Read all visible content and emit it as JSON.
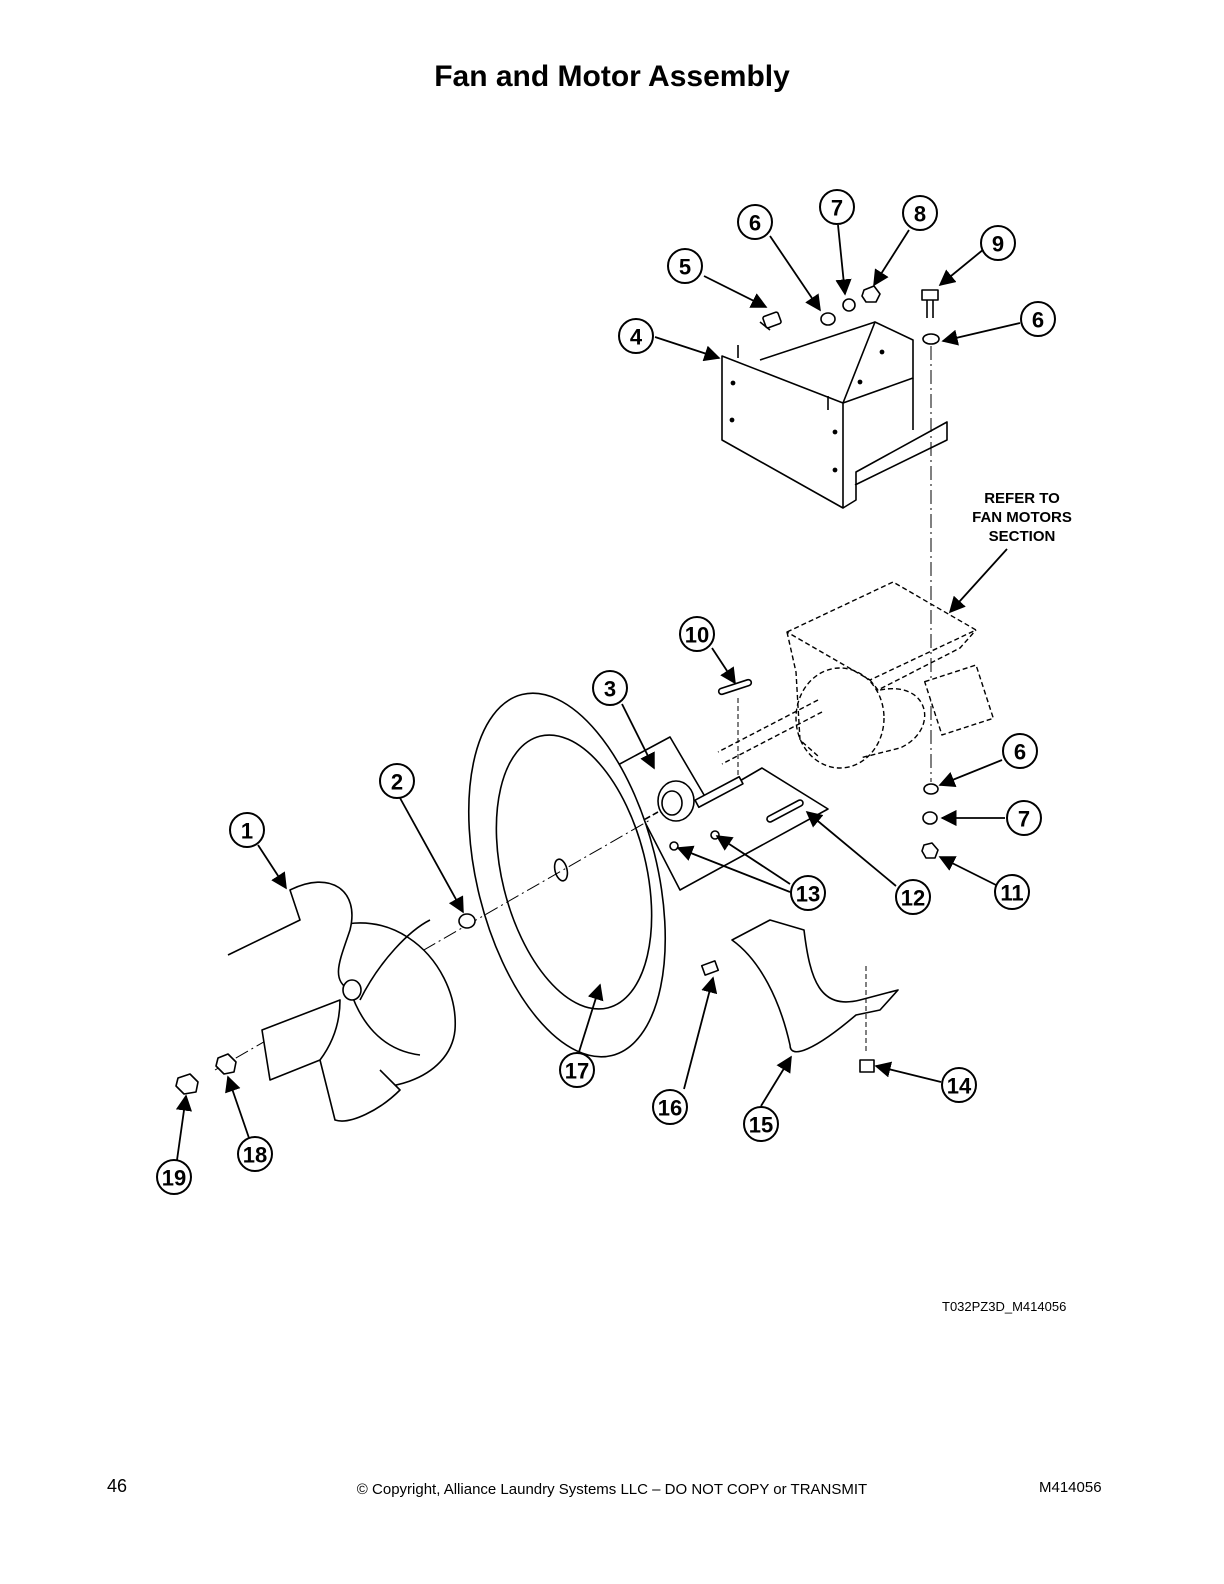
{
  "page": {
    "title": "Fan and Motor Assembly",
    "page_number": "46",
    "copyright": "© Copyright, Alliance Laundry Systems LLC – DO NOT COPY or TRANSMIT",
    "document_code": "M414056"
  },
  "diagram": {
    "drawing_id": "T032PZ3D_M414056",
    "note_lines": [
      "REFER TO",
      "FAN MOTORS",
      "SECTION"
    ],
    "callouts": [
      "1",
      "2",
      "3",
      "4",
      "5",
      "6",
      "6",
      "6",
      "7",
      "7",
      "8",
      "9",
      "10",
      "11",
      "12",
      "13",
      "14",
      "15",
      "16",
      "17",
      "18",
      "19"
    ]
  }
}
